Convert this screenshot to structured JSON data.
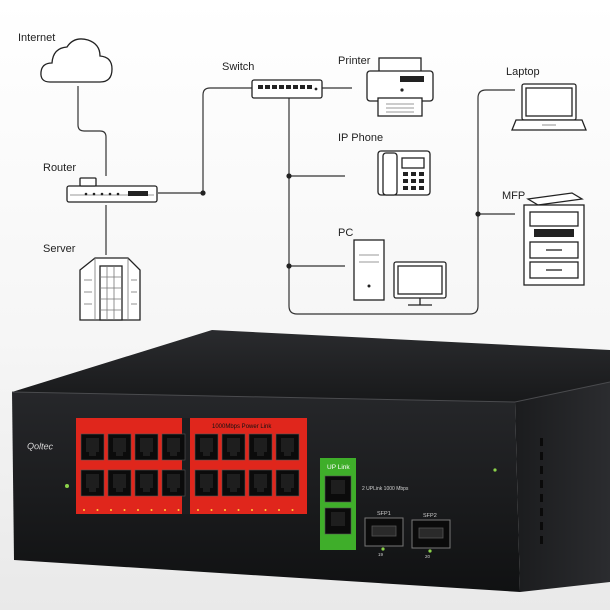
{
  "labels": {
    "internet": "Internet",
    "router": "Router",
    "server": "Server",
    "switch": "Switch",
    "printer": "Printer",
    "ip_phone": "IP Phone",
    "pc": "PC",
    "laptop": "Laptop",
    "mfp": "MFP"
  },
  "device": {
    "brand": "Qoltec",
    "poe_banner": "1000Mbps Power Link",
    "uplink_banner": "UP Link",
    "uplink_note": "2 UPLink 1000 Mbps",
    "sfp1": "SFP1",
    "sfp2": "SFP2",
    "sfp1_num": "19",
    "sfp2_num": "20",
    "port_count": 16,
    "uplink_port_count": 2
  },
  "colors": {
    "poe_red": "#e0261c",
    "uplink_green": "#3fae2a",
    "chassis": "#1d1e20",
    "wire": "#333333"
  }
}
